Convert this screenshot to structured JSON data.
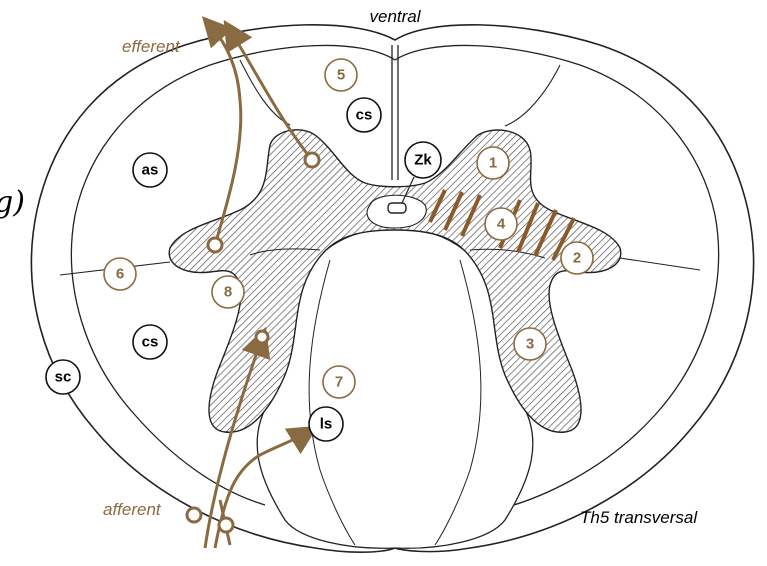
{
  "labels": {
    "ventral": "ventral",
    "efferent": "efferent",
    "afferent": "afferent",
    "section": "Th5 transversal",
    "edge_glyph": "g)"
  },
  "markers_black": {
    "as": "as",
    "cs_top": "cs",
    "cs_left": "cs",
    "sc": "sc",
    "zk": "Zk",
    "ls": "ls"
  },
  "markers_brown": {
    "n1": "1",
    "n2": "2",
    "n3": "3",
    "n4": "4",
    "n5": "5",
    "n6": "6",
    "n7": "7",
    "n8": "8"
  },
  "colors": {
    "outline": "#222222",
    "accent_brown": "#8a6a40",
    "hatch": "#444444"
  }
}
